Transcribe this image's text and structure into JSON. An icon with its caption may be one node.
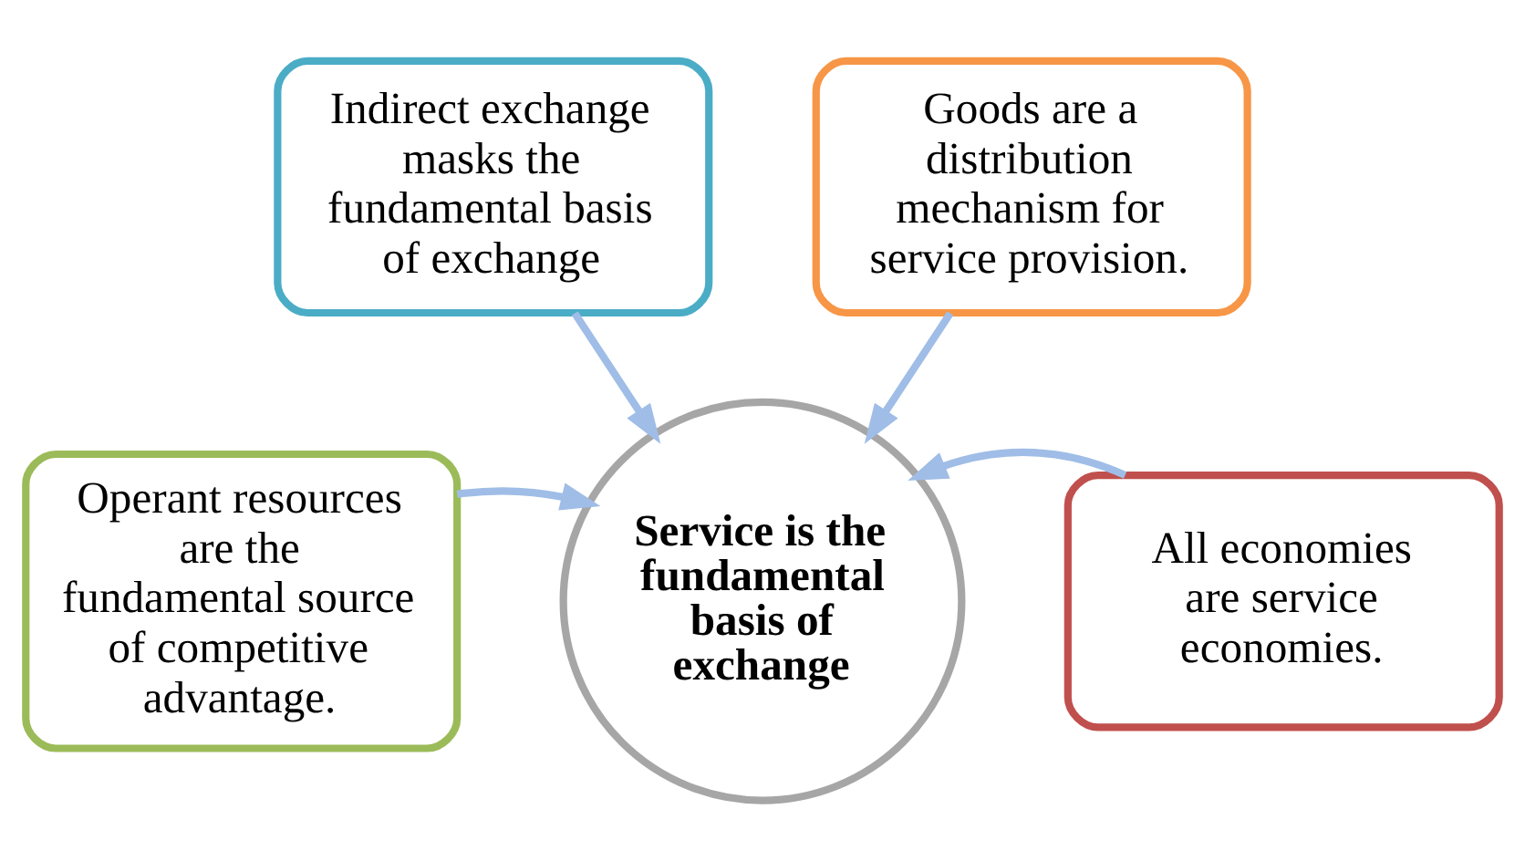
{
  "diagram": {
    "nodes": [
      {
        "text": [
          "Operant resources are the fundamental source of competitive advantage."
        ]
      },
      {
        "text": [
          "Indirect exchange masks the fundamental basis of exchange"
        ]
      },
      {
        "text": [
          "Goods are a distribution mechanism for service provision."
        ]
      },
      {
        "text": [
          "All economies are service economies."
        ]
      },
      {
        "text": [
          "Service is the fundamental basis of exchange"
        ]
      }
    ],
    "edges": [
      {
        "from": 0,
        "to": 4,
        "arrow": "to"
      },
      {
        "from": 1,
        "to": 4,
        "arrow": "to"
      },
      {
        "from": 2,
        "to": 4,
        "arrow": "to"
      },
      {
        "from": 3,
        "to": 4,
        "arrow": "to"
      }
    ]
  }
}
